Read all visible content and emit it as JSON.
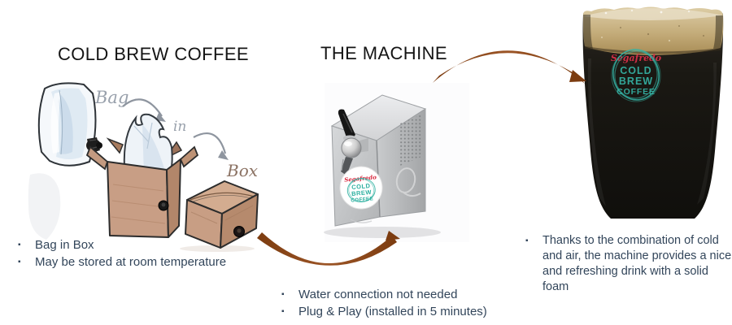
{
  "titles": {
    "left": "COLD BREW COFFEE",
    "middle": "THE MACHINE"
  },
  "illustration": {
    "bag_label": "Bag",
    "in_label": "in",
    "box_label": "Box"
  },
  "machine_badge": {
    "brand": "Segafredo",
    "line1": "COLD",
    "line2": "BREW",
    "line3": "COFFEE"
  },
  "glass_badge": {
    "brand": "Segafredo",
    "line1": "COLD",
    "line2": "BREW",
    "line3": "COFFEE"
  },
  "bullets": {
    "left": [
      "Bag in Box",
      "May be stored at room temperature"
    ],
    "middle": [
      "Water connection not needed",
      "Plug & Play (installed in 5 minutes)"
    ],
    "right": [
      "Thanks to the combination of cold and air, the machine provides a nice and refreshing drink with a solid foam"
    ]
  },
  "colors": {
    "text": "#32455a",
    "title": "#141414",
    "arrow_brown": "#83441a",
    "teal": "#35b3a5",
    "brand_red": "#d8263c",
    "cardboard": "#c89e85",
    "foam": "#c3ab79"
  }
}
